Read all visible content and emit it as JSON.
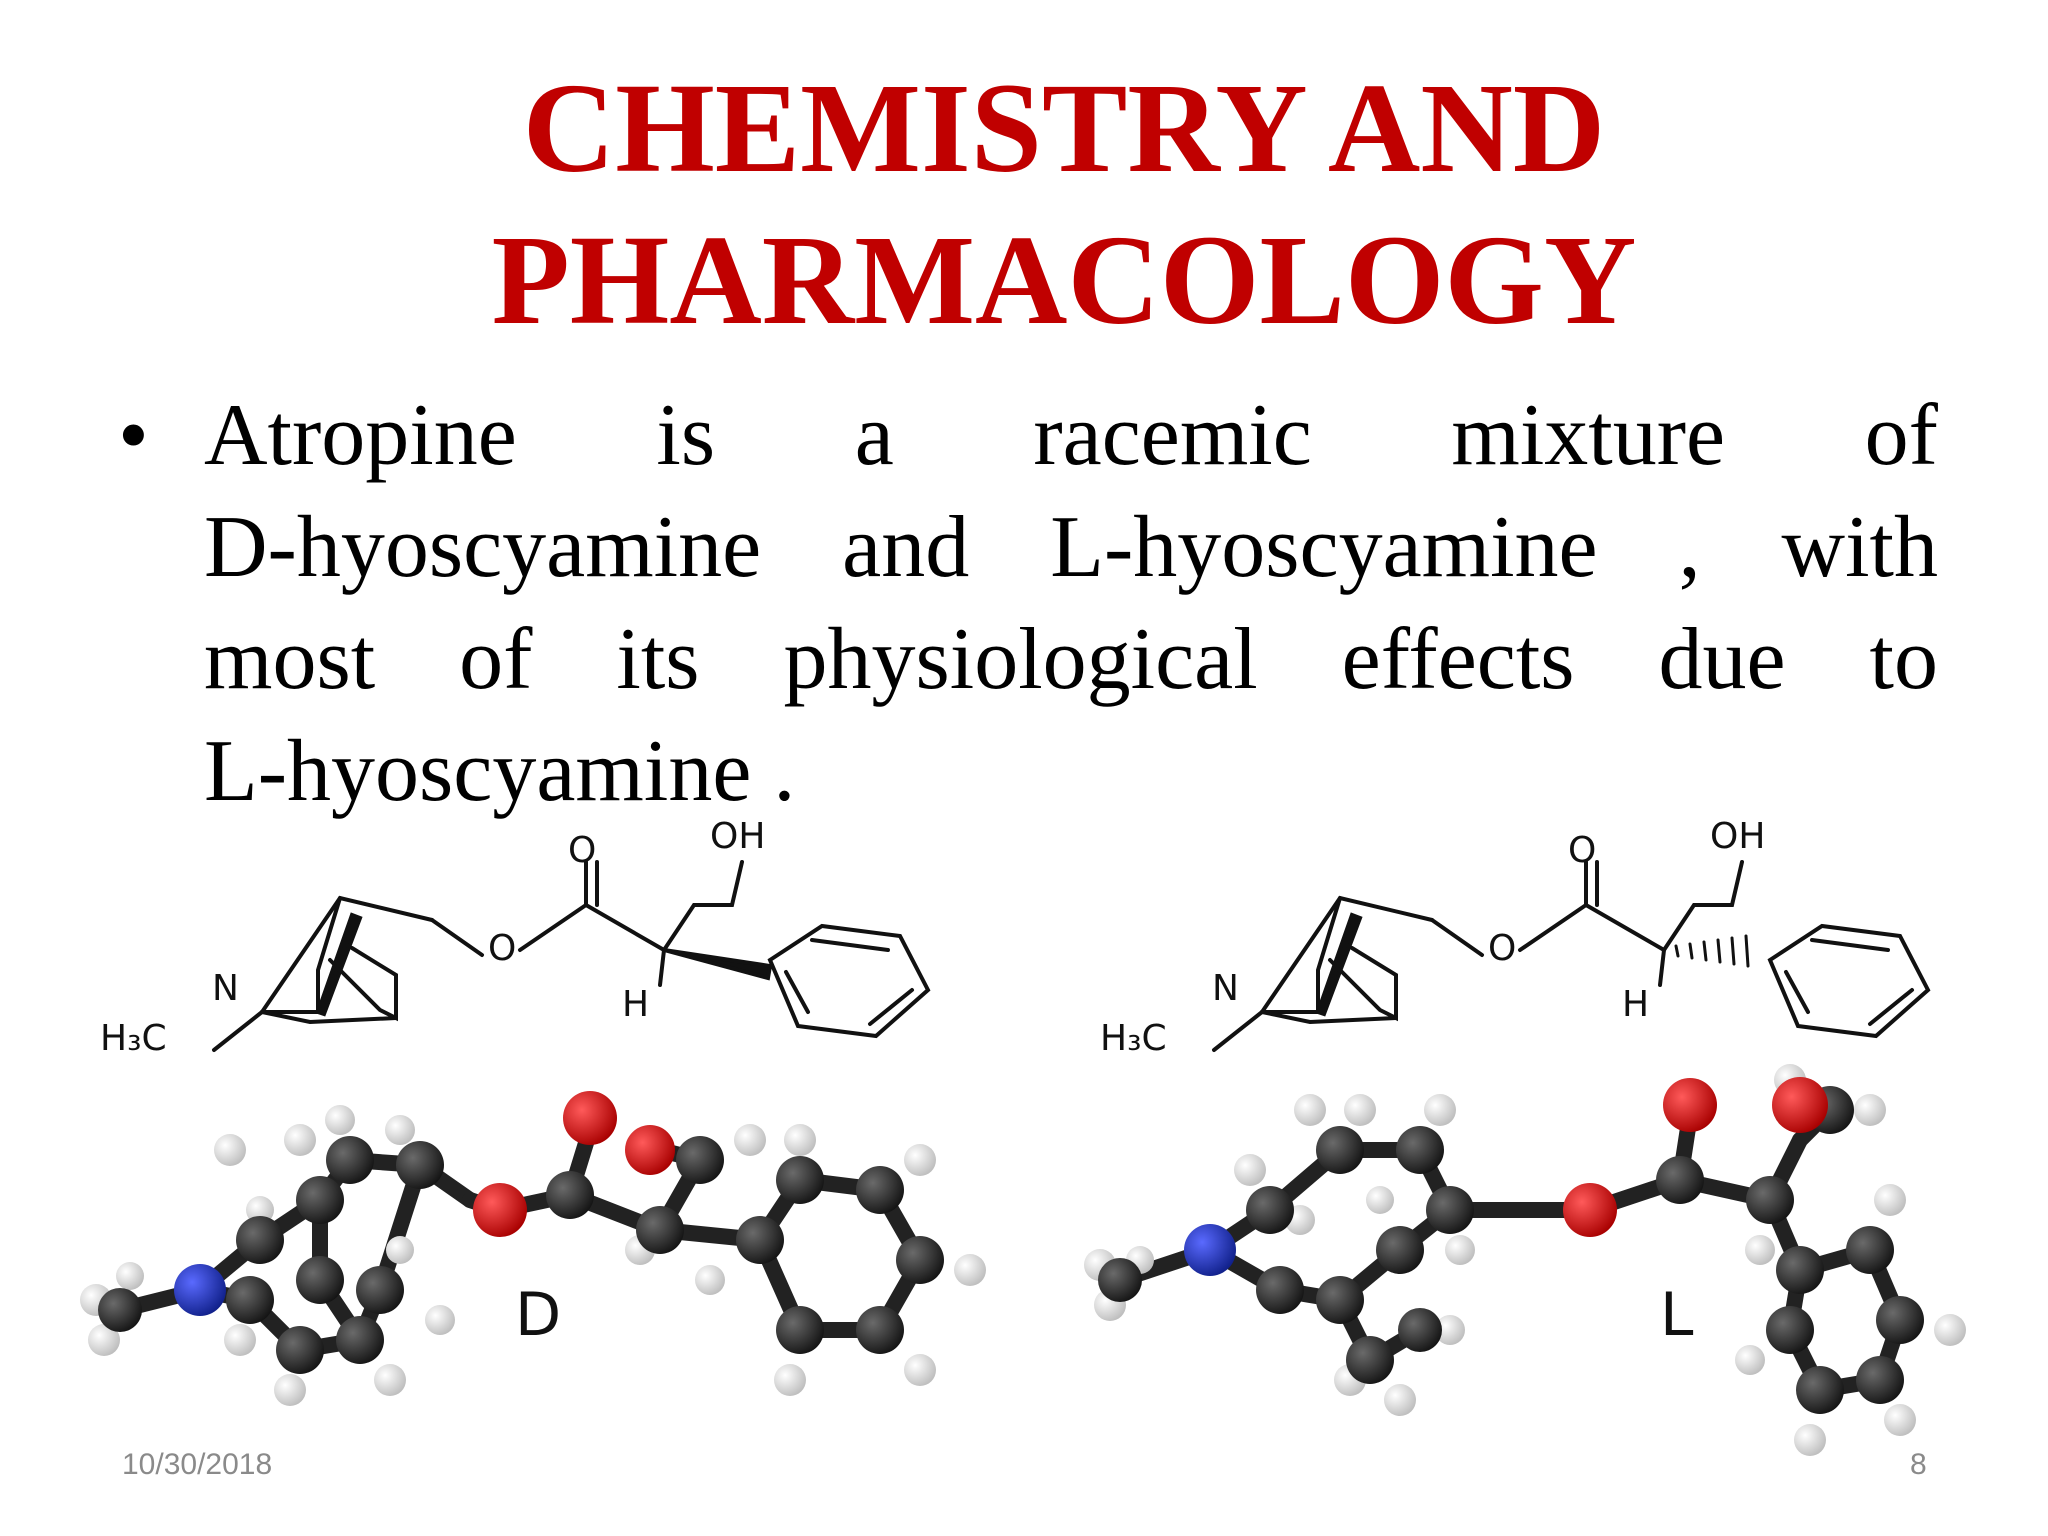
{
  "slide": {
    "title_line1": "CHEMISTRY AND",
    "title_line2": "PHARMACOLOGY",
    "bullet_symbol": "•",
    "bullet_lines": [
      "Atropine is a racemic mixture of",
      "D-hyoscyamine and L-hyoscyamine , with",
      "most of its physiological effects due to",
      "L-hyoscyamine ."
    ]
  },
  "figure": {
    "left": {
      "atom_O": "O",
      "atom_OH": "OH",
      "atom_N": "N",
      "atom_H": "H",
      "atom_H3C": "H₃C",
      "model_label": "D"
    },
    "right": {
      "atom_O": "O",
      "atom_OH": "OH",
      "atom_N": "N",
      "atom_H": "H",
      "atom_H3C": "H₃C",
      "model_label": "L"
    },
    "colors": {
      "carbon": "#2a2a2a",
      "oxygen": "#d40000",
      "nitrogen": "#1f2fb0",
      "hydrogen": "#e8e8e8",
      "title": "#c00000"
    }
  },
  "footer": {
    "date": "10/30/2018",
    "page_number": "8"
  }
}
